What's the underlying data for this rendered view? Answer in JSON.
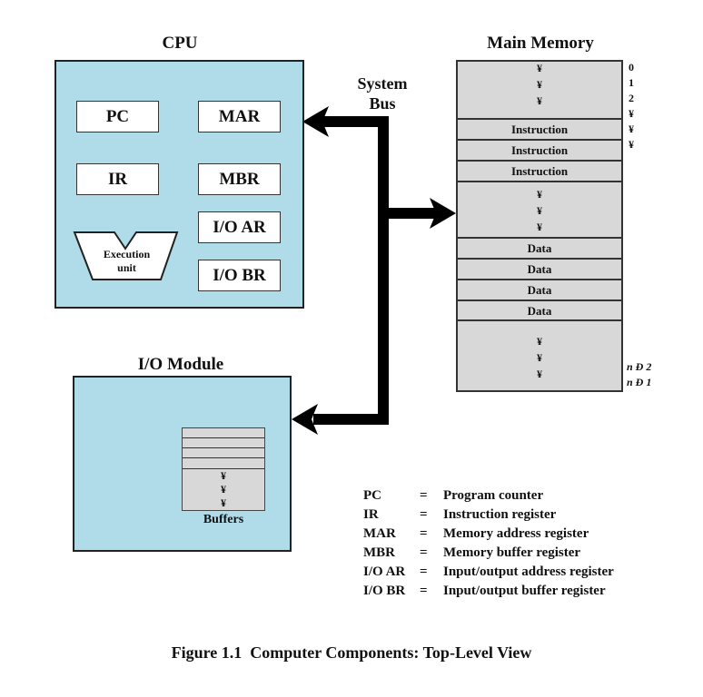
{
  "cpu": {
    "title": "CPU",
    "registers": {
      "pc": "PC",
      "mar": "MAR",
      "ir": "IR",
      "mbr": "MBR",
      "io_ar": "I/O AR",
      "io_br": "I/O BR"
    },
    "execution_unit": [
      "Execution",
      "unit"
    ]
  },
  "system_bus": {
    "label_line1": "System",
    "label_line2": "Bus"
  },
  "main_memory": {
    "title": "Main Memory",
    "top_dots": [
      "¥",
      "¥",
      "¥"
    ],
    "instructions": [
      "Instruction",
      "Instruction",
      "Instruction"
    ],
    "mid_dots": [
      "¥",
      "¥",
      "¥"
    ],
    "data": [
      "Data",
      "Data",
      "Data",
      "Data"
    ],
    "bottom_dots": [
      "¥",
      "¥",
      "¥"
    ],
    "addresses_top": [
      "0",
      "1",
      "2",
      "¥",
      "¥",
      "¥"
    ],
    "addresses_bottom": [
      "n Ð 2",
      "n Ð 1"
    ]
  },
  "io_module": {
    "title": "I/O Module",
    "buffer_dots": [
      "¥",
      "¥",
      "¥"
    ],
    "buffers_label": "Buffers"
  },
  "legend": [
    {
      "abbr": "PC",
      "eq": "=",
      "desc": "Program counter"
    },
    {
      "abbr": "IR",
      "eq": "=",
      "desc": "Instruction register"
    },
    {
      "abbr": "MAR",
      "eq": "=",
      "desc": "Memory address register"
    },
    {
      "abbr": "MBR",
      "eq": "=",
      "desc": "Memory buffer register"
    },
    {
      "abbr": "I/O AR",
      "eq": "=",
      "desc": "Input/output address register"
    },
    {
      "abbr": "I/O BR",
      "eq": "=",
      "desc": "Input/output buffer register"
    }
  ],
  "caption": "Figure 1.1  Computer Components: Top-Level View",
  "colors": {
    "panel": "#b0dcea",
    "memory": "#d8d8d8",
    "line": "#000000"
  }
}
